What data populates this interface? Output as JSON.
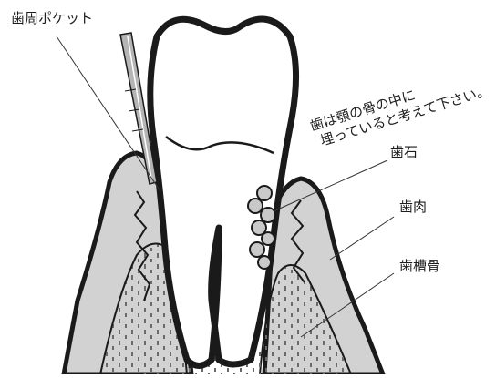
{
  "labels": {
    "pocket": "歯周ポケット",
    "calculus": "歯石",
    "gum": "歯肉",
    "bone": "歯槽骨"
  },
  "note": {
    "line1": "歯は顎の骨の中に",
    "line2": "埋っていると考えて下さい。"
  }
}
